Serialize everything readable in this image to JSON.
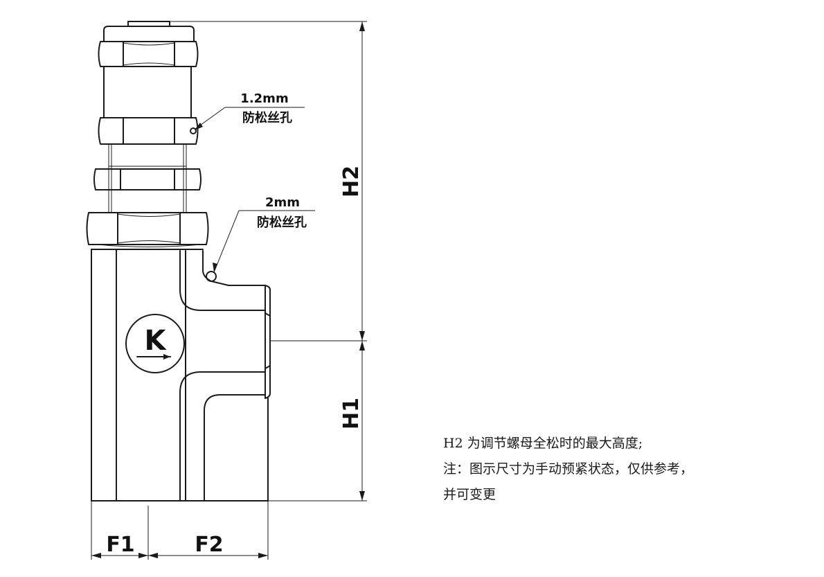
{
  "labels": {
    "hole_small_size": "1.2mm",
    "hole_small_text": "防松丝孔",
    "hole_large_size": "2mm",
    "hole_large_text": "防松丝孔",
    "body_mark": "K",
    "dim_h1": "H1",
    "dim_h2": "H2",
    "dim_f1": "F1",
    "dim_f2": "F2"
  },
  "notes": [
    "H2 为调节螺母全松时的最大高度;",
    "注：图示尺寸为手动预紧状态，仅供参考，",
    "并可变更"
  ]
}
